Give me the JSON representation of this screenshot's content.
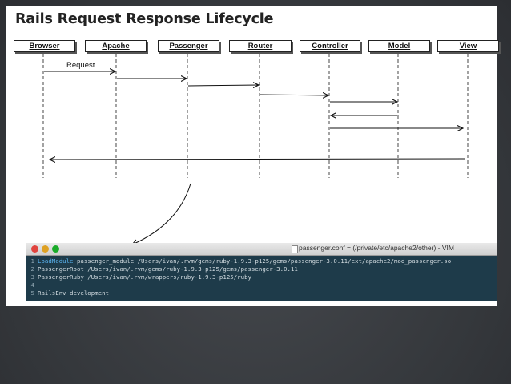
{
  "slide": {
    "title": "Rails Request Response Lifecycle"
  },
  "diagram": {
    "actors": [
      "Browser",
      "Apache",
      "Passenger",
      "Router",
      "Controller",
      "Model",
      "View"
    ],
    "messages": [
      {
        "from": "Browser",
        "to": "Apache",
        "label": "Request"
      },
      {
        "from": "Apache",
        "to": "Passenger",
        "label": ""
      },
      {
        "from": "Passenger",
        "to": "Router",
        "label": ""
      },
      {
        "from": "Router",
        "to": "Controller",
        "label": ""
      },
      {
        "from": "Controller",
        "to": "Model",
        "label": ""
      },
      {
        "from": "Model",
        "to": "Controller",
        "label": ""
      },
      {
        "from": "Controller",
        "to": "View",
        "label": ""
      },
      {
        "from": "View",
        "to": "Browser",
        "label": ""
      }
    ]
  },
  "vim": {
    "title": "passenger.conf = (/private/etc/apache2/other) - VIM",
    "lines": [
      {
        "num": "1",
        "keyword": "LoadModule",
        "rest": " passenger_module /Users/ivan/.rvm/gems/ruby-1.9.3-p125/gems/passenger-3.0.11/ext/apache2/mod_passenger.so"
      },
      {
        "num": "2",
        "keyword": "",
        "rest": "PassengerRoot /Users/ivan/.rvm/gems/ruby-1.9.3-p125/gems/passenger-3.0.11"
      },
      {
        "num": "3",
        "keyword": "",
        "rest": "PassengerRuby /Users/ivan/.rvm/wrappers/ruby-1.9.3-p125/ruby"
      },
      {
        "num": "4",
        "keyword": "",
        "rest": ""
      },
      {
        "num": "5",
        "keyword": "",
        "rest": "RailsEnv development"
      }
    ]
  }
}
